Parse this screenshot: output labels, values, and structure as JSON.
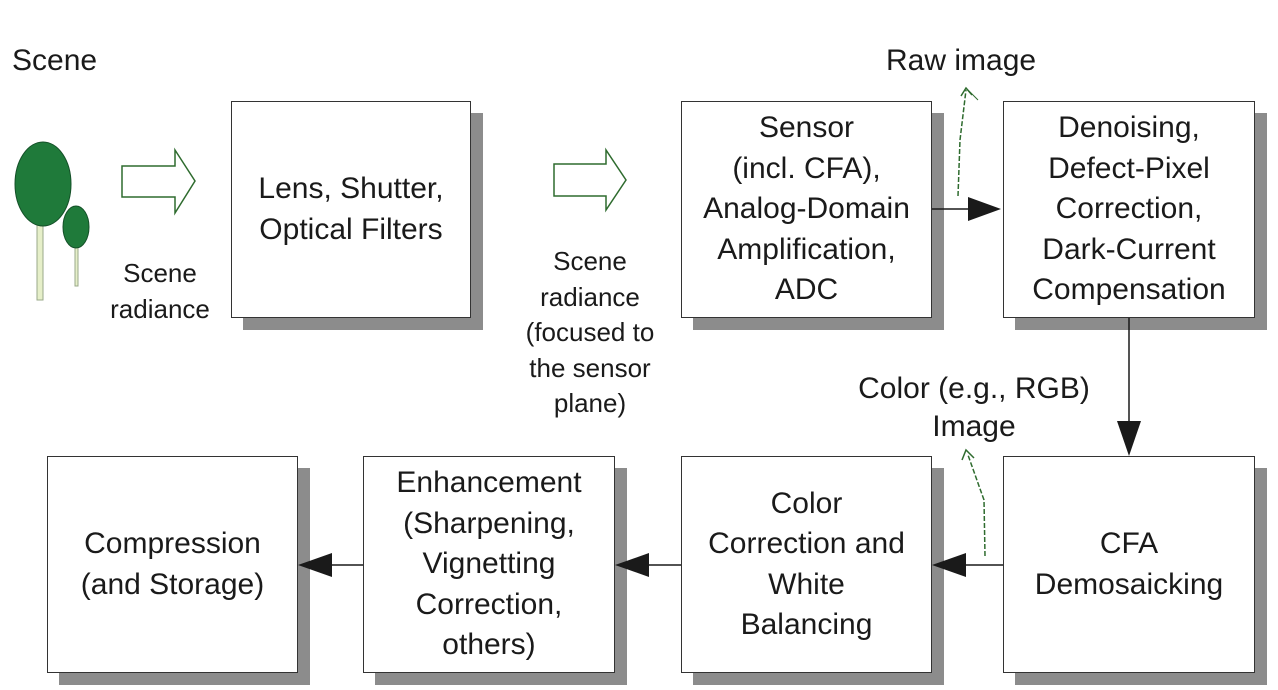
{
  "diagram": {
    "scene_label": "Scene",
    "raw_image_label": "Raw image",
    "color_image_label": [
      "Color (e.g., RGB)",
      "Image"
    ],
    "scene_radiance_label": [
      "Scene",
      "radiance"
    ],
    "focused_radiance_label": [
      "Scene",
      "radiance",
      "(focused to",
      "the sensor",
      "plane)"
    ],
    "boxes": {
      "lens": [
        "Lens, Shutter,",
        "Optical Filters"
      ],
      "sensor": [
        "Sensor",
        "(incl. CFA),",
        "Analog-Domain",
        "Amplification,",
        "ADC"
      ],
      "denoising": [
        "Denoising,",
        "Defect-Pixel",
        "Correction,",
        "Dark-Current",
        "Compensation"
      ],
      "demosaicking": [
        "CFA",
        "Demosaicking"
      ],
      "color_correction": [
        "Color",
        "Correction and",
        "White",
        "Balancing"
      ],
      "enhancement": [
        "Enhancement",
        "(Sharpening,",
        "Vignetting",
        "Correction,",
        "others)"
      ],
      "compression": [
        "Compression",
        "(and Storage)"
      ]
    },
    "colors": {
      "tree_fill": "#1f7a3a",
      "trunk": "#e6efc9",
      "box_shadow": "#8c8c8c",
      "arrow": "#1a1a1a"
    },
    "icons": [
      "tree-icon",
      "hollow-arrow-icon",
      "arrow-icon",
      "tap-arrow-icon"
    ]
  }
}
